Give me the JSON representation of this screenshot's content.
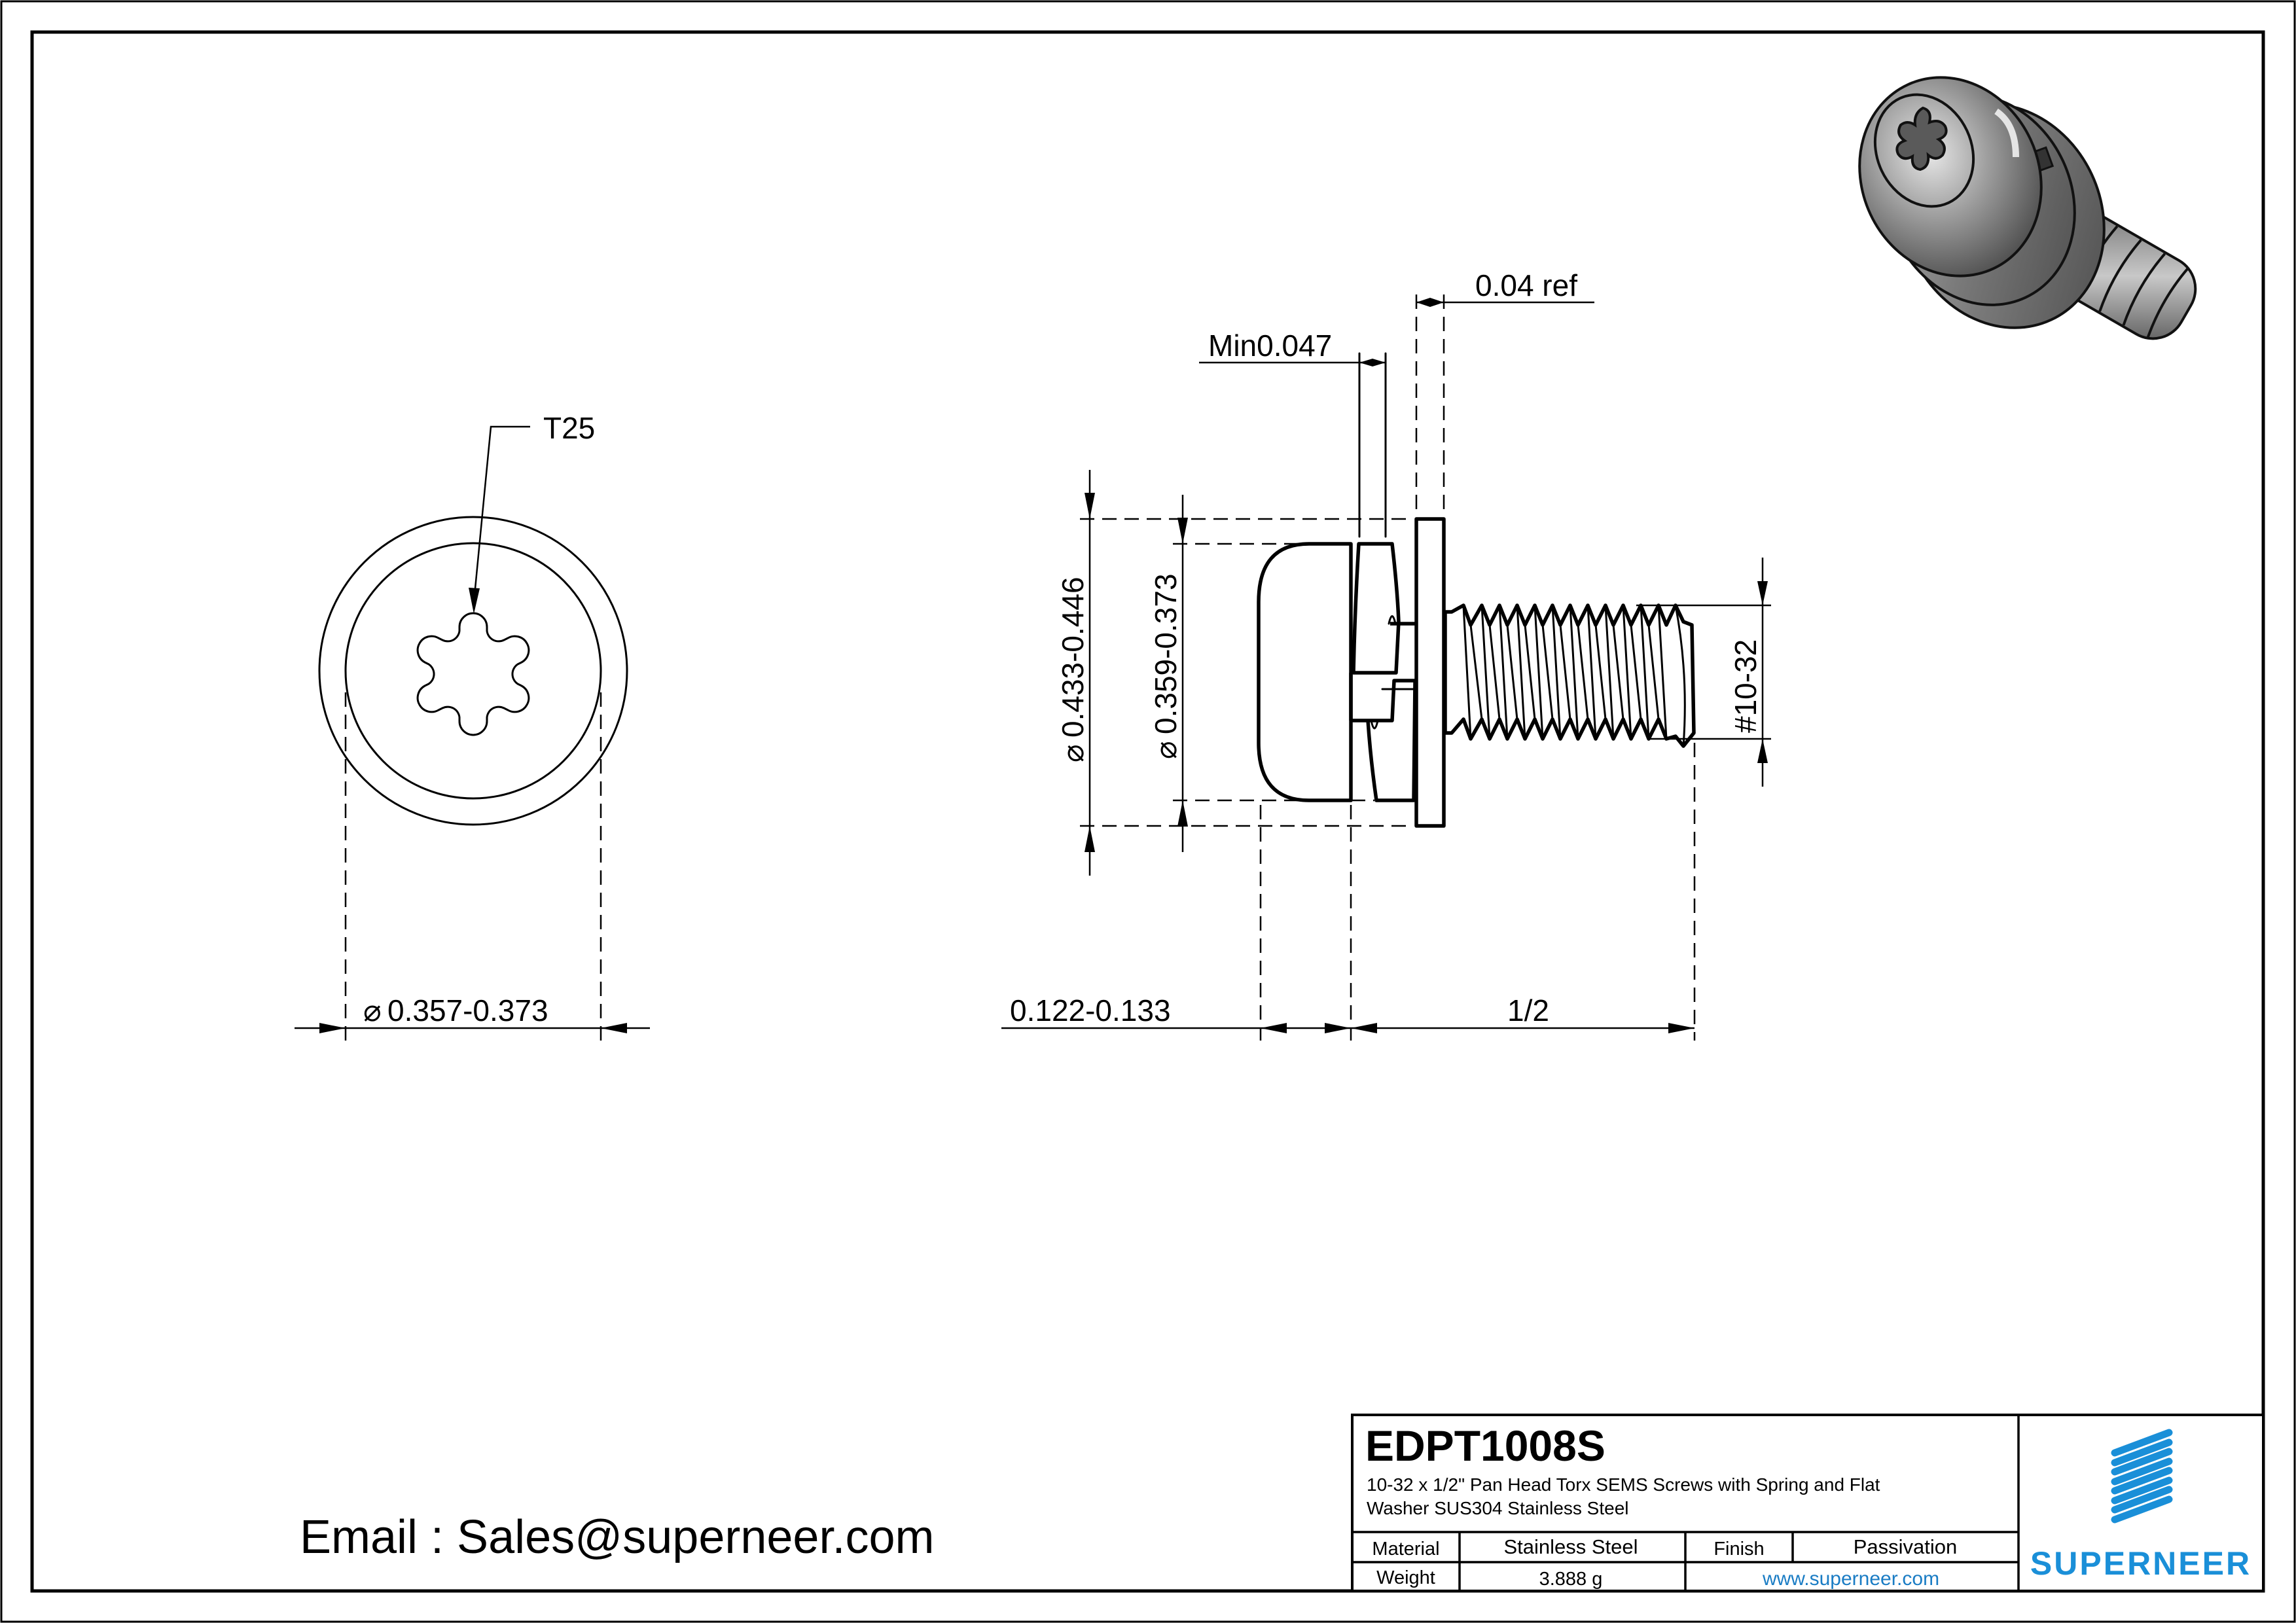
{
  "drawing": {
    "units": "inch",
    "views": {
      "head_view": {
        "drive_callout": "T25",
        "head_diameter_dim": "0.357-0.373",
        "diameter_symbol": "⌀"
      },
      "side_view": {
        "spring_washer_thickness_dim": "Min0.047",
        "flat_washer_thickness_dim": "0.04 ref",
        "flat_washer_od_dim": "0.433-0.446",
        "head_diameter_dim": "0.359-0.373",
        "head_height_dim": "0.122-0.133",
        "length_dim": "1/2",
        "thread_dim": "#10-32",
        "diameter_symbol": "⌀"
      },
      "render_3d": {
        "description": "isometric render of pan head torx screw with spring and flat washer"
      }
    }
  },
  "contact": {
    "email_line": "Email : Sales@superneer.com"
  },
  "title_block": {
    "part_number": "EDPT1008S",
    "description_line1": "10-32 x 1/2\" Pan Head Torx SEMS Screws with Spring and Flat",
    "description_line2": "Washer SUS304 Stainless Steel",
    "material_label": "Material",
    "material_value": "Stainless Steel",
    "finish_label": "Finish",
    "finish_value": "Passivation",
    "weight_label": "Weight",
    "weight_value": "3.888 g",
    "website": "www.superneer.com",
    "logo_text": "SUPERNEER",
    "logo_icon": "striped-parallelogram-icon"
  },
  "colors": {
    "brand_blue": "#1a8fd8",
    "link_blue": "#1a7cc4",
    "line": "#000000",
    "background": "#ffffff"
  }
}
